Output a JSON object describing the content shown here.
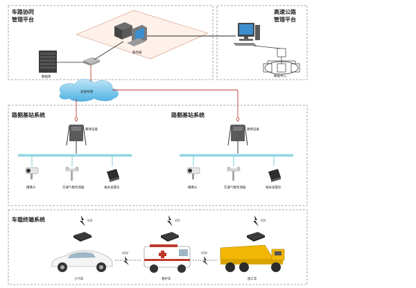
{
  "platform": {
    "title_line1": "车路协同",
    "title_line2": "管理平台",
    "database_label": "数据库",
    "server_label": "服务器"
  },
  "highway_platform": {
    "title_line1": "高速公路",
    "title_line2": "管理平台",
    "data_center_label": "数据中心"
  },
  "network": {
    "label": "高速专网"
  },
  "roadside_systems": [
    {
      "title": "路侧基站系统",
      "device_label": "路侧设备",
      "sensors": [
        "摄像头",
        "交通气象检测器",
        "毫米波雷达"
      ]
    },
    {
      "title": "路侧基站系统",
      "device_label": "路侧设备",
      "sensors": [
        "摄像头",
        "交通气象检测器",
        "毫米波雷达"
      ]
    }
  ],
  "vehicle_system": {
    "title": "车载终端系统",
    "link_label": "V2I",
    "v2v_label": "V2V",
    "vehicles": [
      "小汽车",
      "救护车",
      "施工车"
    ]
  },
  "colors": {
    "dashed_border": "#8a8a8a",
    "link_red": "#c0392b",
    "bus_cyan": "#7fd3e0",
    "cloud": "#7ec8ec",
    "platform_fill": "#fdf1ea"
  }
}
